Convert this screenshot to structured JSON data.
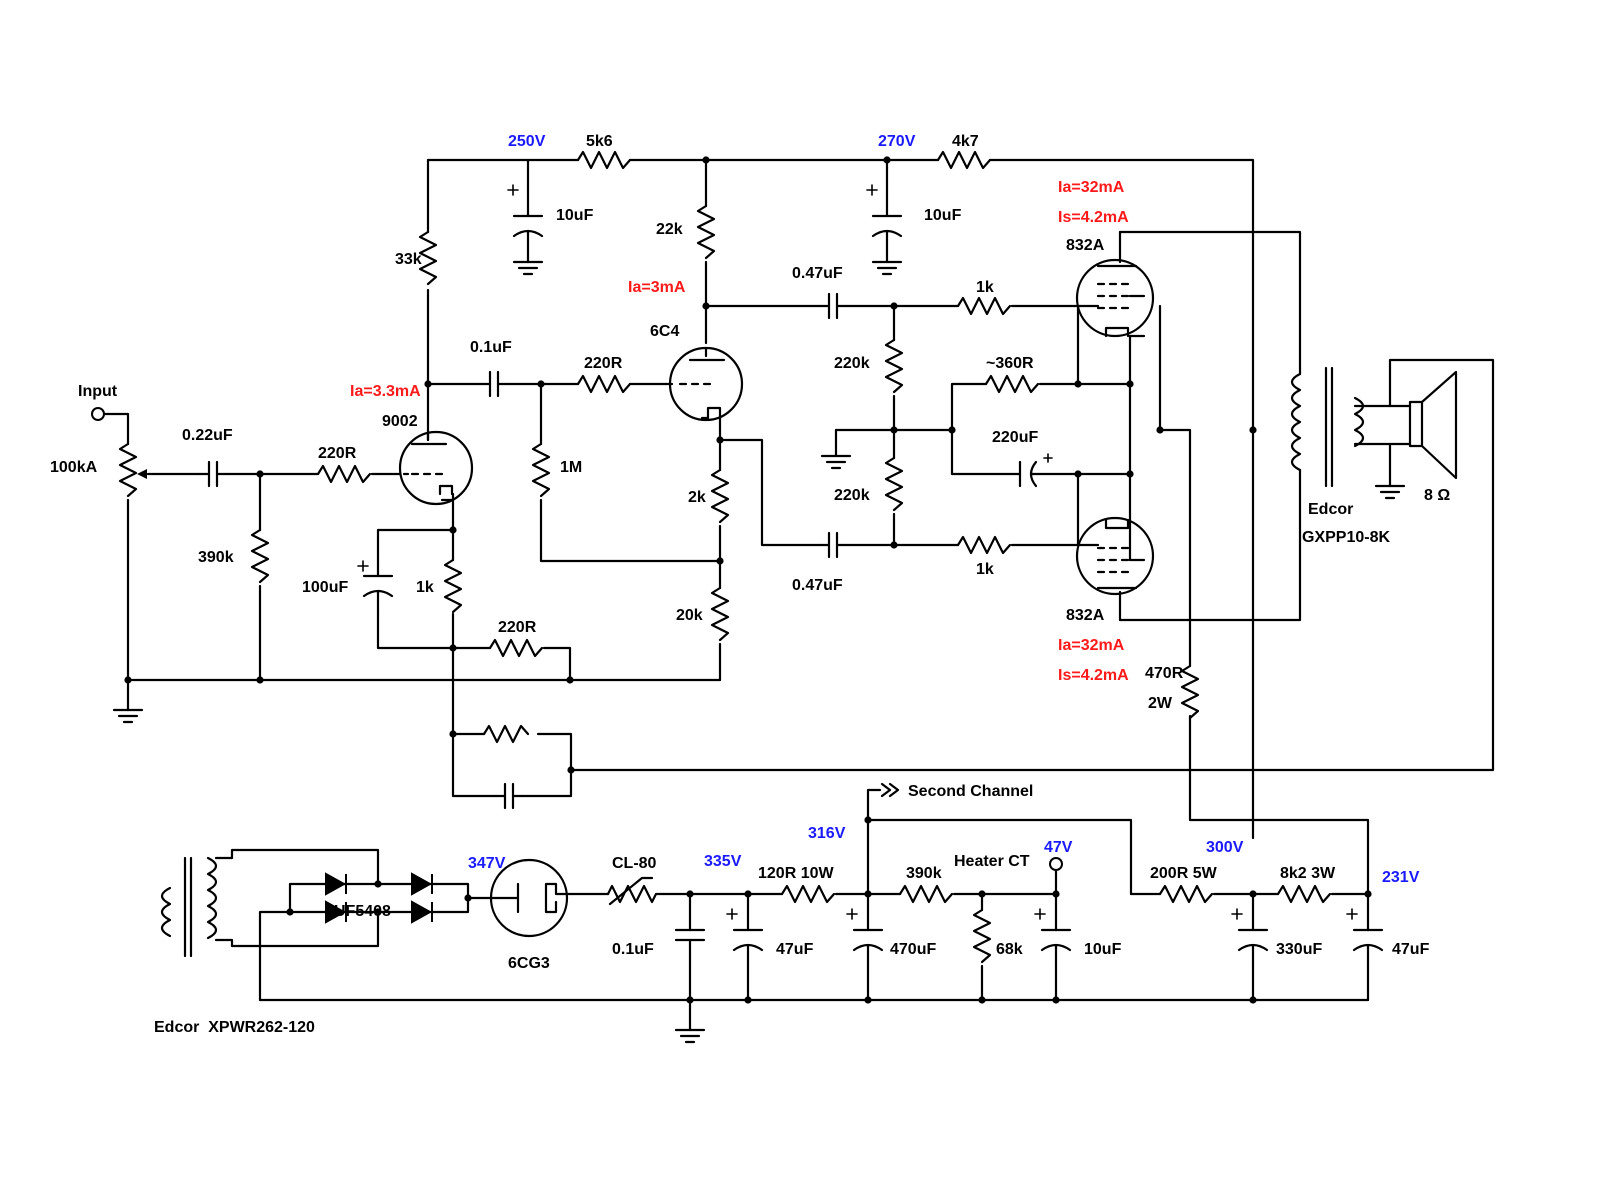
{
  "colors": {
    "wire": "#000000",
    "voltage": "#1a1aff",
    "current": "#ff1a1a",
    "background": "#ffffff"
  },
  "labels": {
    "v250": "250V",
    "v270": "270V",
    "v316": "316V",
    "v335": "335V",
    "v347": "347V",
    "v47": "47V",
    "v300": "300V",
    "v231": "231V",
    "r5k6": "5k6",
    "r4k7": "4k7",
    "c10uf_a": "10uF",
    "c10uf_b": "10uF",
    "r33k": "33k",
    "r22k": "22k",
    "ia_6c4": "Ia=3mA",
    "tube_6c4": "6C4",
    "c047_top": "0.47uF",
    "c047_bot": "0.47uF",
    "r1k_top": "1k",
    "r1k_bot": "1k",
    "r220k_top": "220k",
    "r220k_bot": "220k",
    "r360": "~360R",
    "c220uf": "220uF",
    "ia_top": "Ia=32mA",
    "is_top": "Is=4.2mA",
    "ia_bot": "Ia=32mA",
    "is_bot": "Is=4.2mA",
    "tube_832a_top": "832A",
    "tube_832a_bot": "832A",
    "input": "Input",
    "pot": "100kA",
    "c022": "0.22uF",
    "r220r_in": "220R",
    "r390k": "390k",
    "ia_9002": "Ia=3.3mA",
    "tube_9002": "9002",
    "c01_coupling": "0.1uF",
    "r220r_grid": "220R",
    "r1m": "1M",
    "r2k": "2k",
    "r20k": "20k",
    "c100uf": "100uF",
    "r1k_cath": "1k",
    "r220r_fb": "220R",
    "r470r": "470R",
    "r470r_w": "2W",
    "xfmr_out_1": "Edcor",
    "xfmr_out_2": "GXPP10-8K",
    "speaker": "8 Ω",
    "second_channel": "Second Channel",
    "cl80": "CL-80",
    "uf5408": "UF5408",
    "tube_6cg3": "6CG3",
    "c01_psu": "0.1uF",
    "c47uf_a": "47uF",
    "r120r": "120R 10W",
    "c470uf": "470uF",
    "r390k_psu": "390k",
    "heater_ct": "Heater CT",
    "r68k": "68k",
    "c10uf_psu": "10uF",
    "r200r": "200R 5W",
    "c330uf": "330uF",
    "r8k2": "8k2 3W",
    "c47uf_b": "47uF",
    "psu_xfmr": "Edcor  XPWR262-120"
  }
}
